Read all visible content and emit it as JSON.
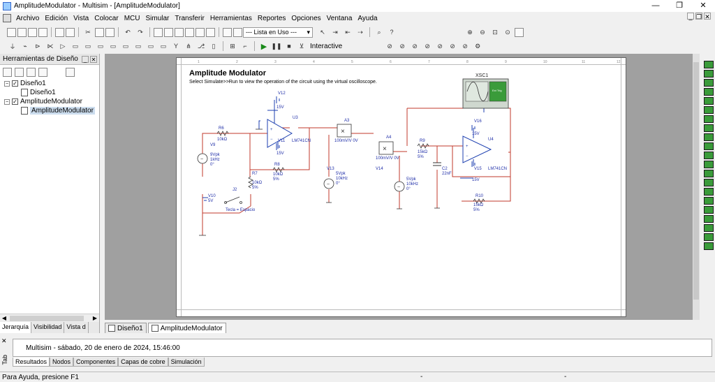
{
  "window": {
    "title": "AmplitudeModulator - Multisim - [AmplitudeModulator]",
    "controls": [
      "—",
      "❐",
      "✕"
    ]
  },
  "menu": [
    "Archivo",
    "Edición",
    "Vista",
    "Colocar",
    "MCU",
    "Simular",
    "Transferir",
    "Herramientas",
    "Reportes",
    "Opciones",
    "Ventana",
    "Ayuda"
  ],
  "mdi_controls": [
    "_",
    "❐",
    "✕"
  ],
  "toolbar": {
    "in_use_combo": "--- Lista en Uso ---",
    "interactive_label": "Interactive"
  },
  "design_panel": {
    "title": "Herramientas de Diseño",
    "tree": [
      {
        "label": "Diseño1",
        "level": 0,
        "expander": "−"
      },
      {
        "label": "Diseño1",
        "level": 1
      },
      {
        "label": "AmplitudeModulator",
        "level": 0,
        "expander": "−"
      },
      {
        "label": "AmplitudeModulator",
        "level": 1,
        "selected": true
      }
    ],
    "tabs": [
      "Jerarquía",
      "Visibilidad",
      "Vista d"
    ]
  },
  "schematic": {
    "title": "Amplitude Modulator",
    "subtitle": "Select Simulate>>Run to view the operation of the circuit using the virtual oscilloscope.",
    "labels": {
      "xsc1": "XSC1",
      "v12": "V12",
      "v12_val": "15V",
      "u3": "U3",
      "r6": "R6",
      "r6_val": "10kΩ",
      "v9": "9Vpk",
      "v9_f": "1kHz",
      "v9_p": "0°",
      "v9_name": "V9",
      "v11": "V11",
      "v11_val": "15V",
      "lm1": "LM741CN",
      "r8": "R8",
      "r8_val": "10kΩ",
      "r8_pct": "5%",
      "r7": "R7",
      "r7_val": "10kΩ",
      "r7_pct": "5%",
      "j2": "J2",
      "v10": "V10",
      "v10_val": "5V",
      "key": "Tecla = Espacio",
      "a3": "A3",
      "a3_val": "100mV/V 0V",
      "v13": "V13",
      "v13_v": "5Vpk",
      "v13_f": "10kHz",
      "v13_p": "0°",
      "a4": "A4",
      "a4_val": "100mV/V 0V",
      "v14": "V14",
      "v14_v": "5Vpk",
      "v14_f": "10kHz",
      "v14_p": "0°",
      "r9": "R9",
      "r9_val": "15kΩ",
      "r9_pct": "5%",
      "c2": "C2",
      "c2_val": "22nF",
      "v16": "V16",
      "v16_val": "15V",
      "u4": "U4",
      "v15": "V15",
      "v15_val": "15V",
      "lm2": "LM741CN",
      "r10": "R10",
      "r10_val": "15kΩ",
      "r10_pct": "5%",
      "ext_trig": "Ext Trig",
      "border_nums": [
        "1",
        "2",
        "3",
        "4",
        "5",
        "6",
        "7",
        "8",
        "9",
        "10",
        "11",
        "12"
      ]
    }
  },
  "doc_tabs": [
    "Diseño1",
    "AmplitudeModulator"
  ],
  "output": {
    "side_label": "Tab",
    "message": "Multisim  -  sábado, 20 de enero de 2024, 15:46:00",
    "tabs": [
      "Resultados",
      "Nodos",
      "Componentes",
      "Capas de cobre",
      "Simulación"
    ]
  },
  "status": {
    "help": "Para Ayuda, presione F1",
    "dash": "-"
  },
  "colors": {
    "wire_red": "#c0392b",
    "wire_blue": "#1c3fb0",
    "label_blue": "#1f2ea8",
    "instrument_green": "#3a9b3a"
  }
}
